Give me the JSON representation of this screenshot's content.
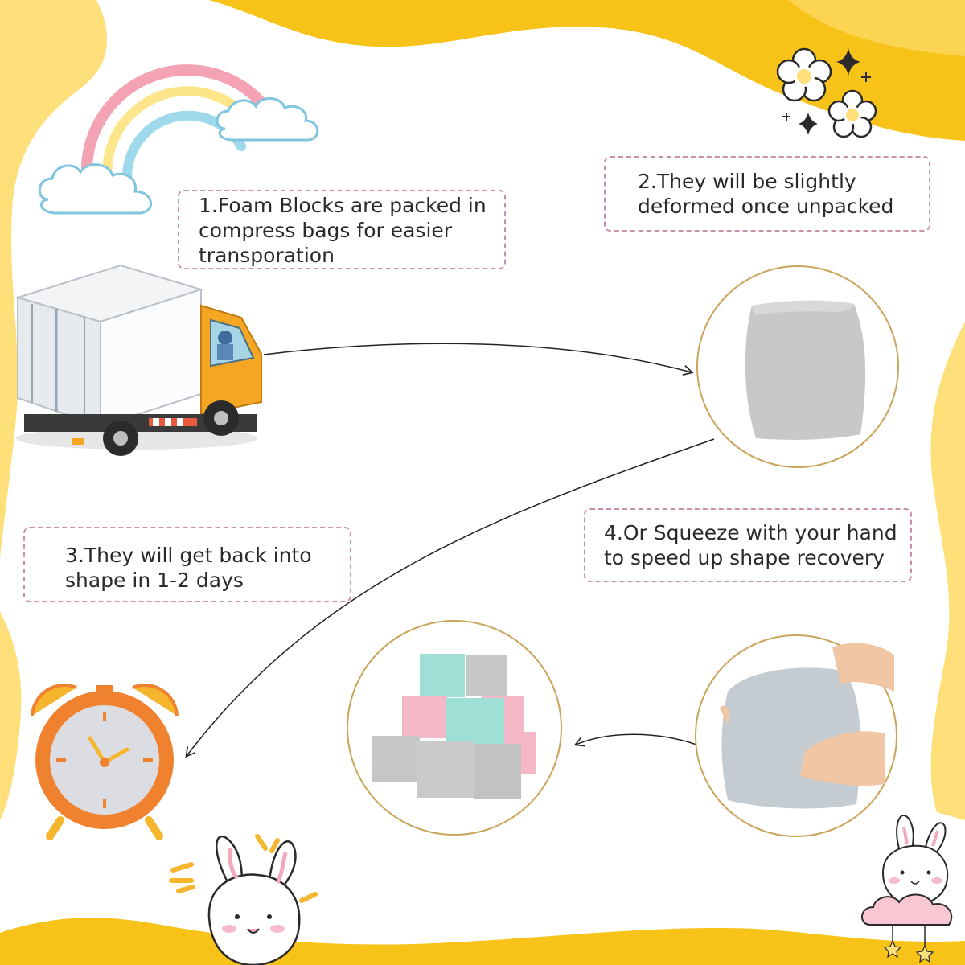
{
  "steps": [
    {
      "label": "1.Foam Blocks are packed in\ncompress bags for easier\ntransporation"
    },
    {
      "label": "2.They will be slightly\ndeformed once unpacked"
    },
    {
      "label": "3.They will get back into\nshape in 1-2 days"
    },
    {
      "label": "4.Or Squeeze with your hand\nto speed up shape recovery"
    }
  ],
  "colors": {
    "frame_yellow": "#f7c318",
    "frame_light_yellow": "#fde07a",
    "callout_border": "#c98fb0",
    "text": "#2a2a2a",
    "circle_border": "#c9a45a",
    "arrow": "#222222",
    "clock_orange": "#f0812f",
    "truck_orange": "#f5a623",
    "block_gray": "#c9c9c9",
    "block_pink": "#f4b8c8",
    "block_teal": "#9fe0d6"
  },
  "icons": [
    "rainbow-icon",
    "cloud-icon",
    "flower-icon",
    "sparkle-icon",
    "truck-icon",
    "alarm-clock-icon",
    "bunny-icon",
    "star-icon",
    "hand-icon"
  ]
}
